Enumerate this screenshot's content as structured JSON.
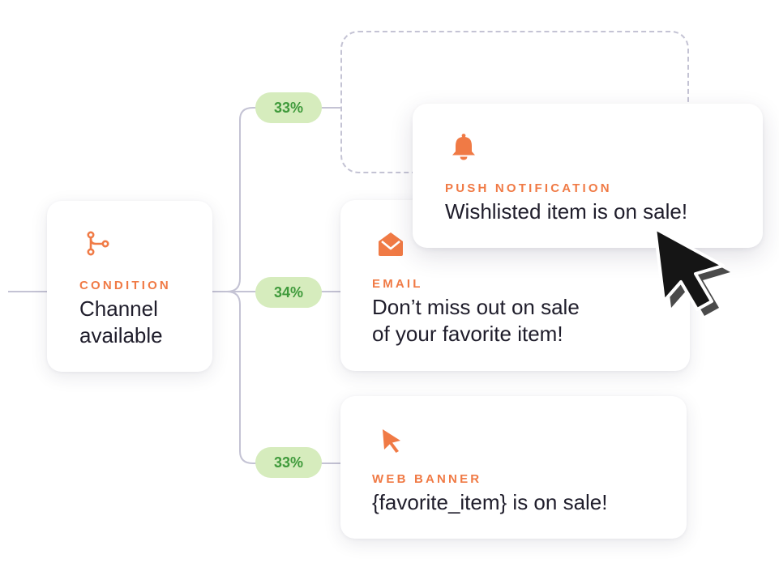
{
  "condition": {
    "tag": "CONDITION",
    "title_line1": "Channel",
    "title_line2": "available"
  },
  "branches": [
    {
      "percent": "33%"
    },
    {
      "percent": "34%"
    },
    {
      "percent": "33%"
    }
  ],
  "push_card": {
    "tag": "PUSH NOTIFICATION",
    "title": "Wishlisted item is on sale!"
  },
  "email_card": {
    "tag": "EMAIL",
    "title_line1": "Don’t miss out on sale",
    "title_line2": "of your favorite item!"
  },
  "web_banner_card": {
    "tag": "WEB BANNER",
    "title": "{favorite_item} is on sale!"
  },
  "colors": {
    "accent": "#f07a45",
    "pill_bg": "#d6ecbd",
    "pill_text": "#3f9a3b",
    "connector": "#c4c3d4",
    "text": "#1f1d2b"
  },
  "icons": {
    "condition": "branch-icon",
    "push": "bell-icon",
    "email": "envelope-icon",
    "web_banner": "pointer-icon",
    "cursor": "mouse-cursor-icon"
  }
}
